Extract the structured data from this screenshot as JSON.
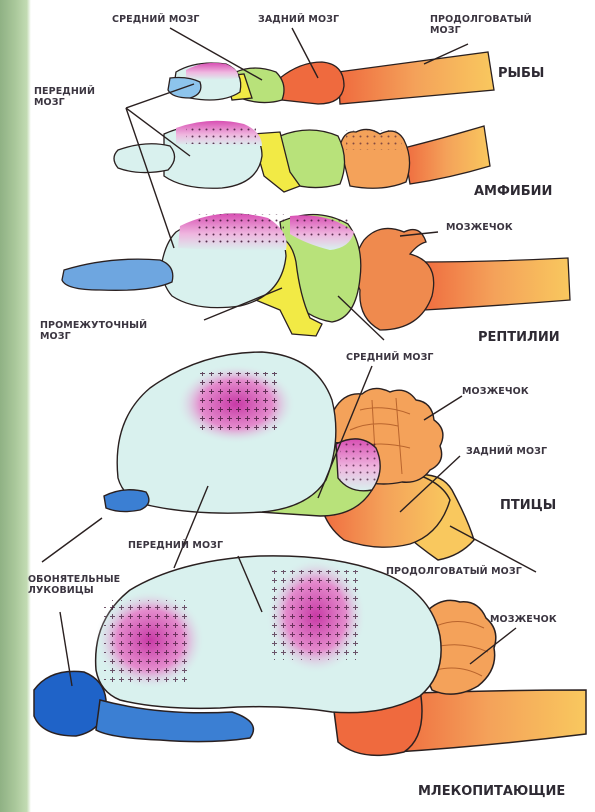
{
  "labels": {
    "fish_midbrain": "СРЕДНИЙ МОЗГ",
    "fish_hindbrain": "ЗАДНИЙ МОЗГ",
    "fish_medulla": "ПРОДОЛГОВАТЫЙ\nМОЗГ",
    "forebrain": "ПЕРЕДНИЙ\nМОЗГ",
    "reptile_cerebellum": "МОЗЖЕЧОК",
    "diencephalon": "ПРОМЕЖУТОЧНЫЙ\nМОЗГ",
    "bird_midbrain": "СРЕДНИЙ МОЗГ",
    "bird_cerebellum": "МОЗЖЕЧОК",
    "bird_hindbrain": "ЗАДНИЙ МОЗГ",
    "mammal_forebrain": "ПЕРЕДНИЙ МОЗГ",
    "bird_medulla": "ПРОДОЛГОВАТЫЙ МОЗГ",
    "olfactory_bulbs": "ОБОНЯТЕЛЬНЫЕ\nЛУКОВИЦЫ",
    "mammal_cerebellum": "МОЗЖЕЧОК"
  },
  "classes": {
    "fish": "РЫБЫ",
    "amphibians": "АМФИБИИ",
    "reptiles": "РЕПТИЛИИ",
    "birds": "ПТИЦЫ",
    "mammals": "МЛЕКОПИТАЮЩИЕ"
  },
  "colors": {
    "forebrain": "#d9f1ee",
    "olfactory": "#3b7fd3",
    "diencephalon": "#f2ea45",
    "midbrain": "#b8e27a",
    "cerebellum": "#f4a25a",
    "medulla": "#f9c85e",
    "hindbrain": "#ef6a3e",
    "cortex_marks": "#d84fb3",
    "outline": "#2a2020"
  }
}
